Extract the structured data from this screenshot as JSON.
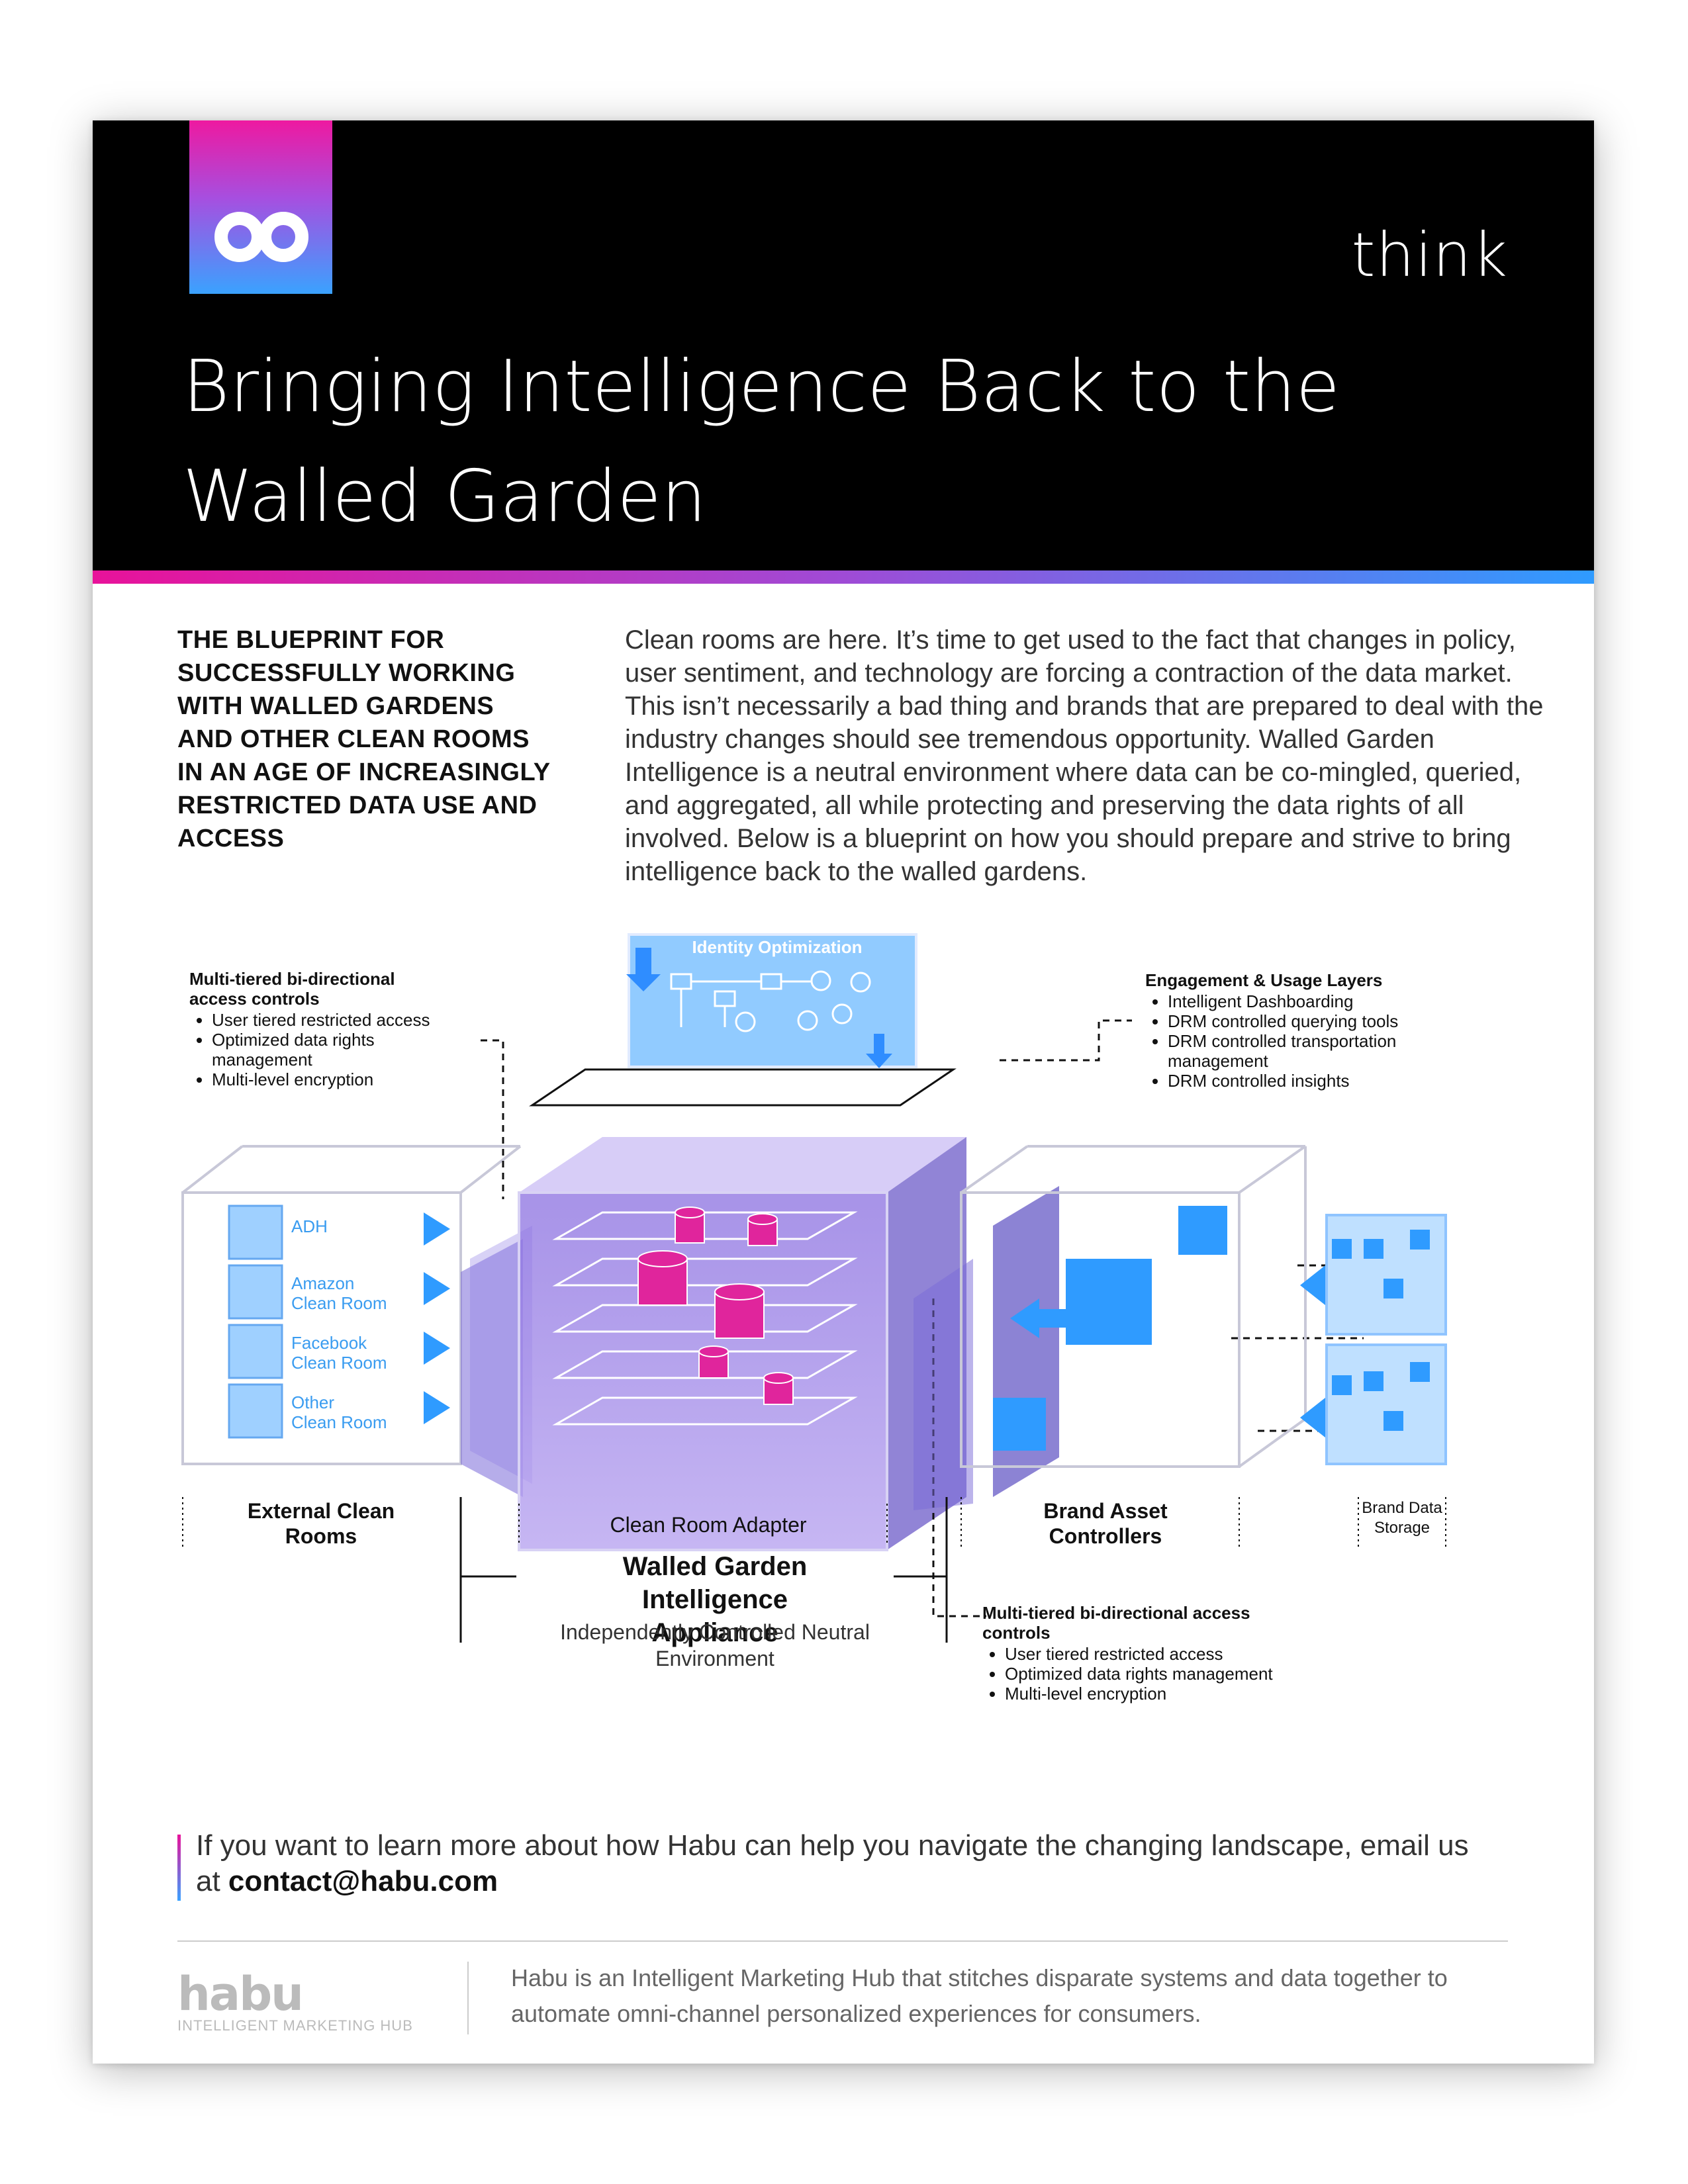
{
  "header": {
    "brand_word": "think",
    "title_line1": "Bringing Intelligence Back to the",
    "title_line2": "Walled Garden"
  },
  "colors": {
    "magenta": "#e8129a",
    "purple": "#9f4bd6",
    "blue": "#2f9bff",
    "header_bg": "#000000"
  },
  "left_heading": "THE BLUEPRINT FOR SUCCESSFULLY WORKING WITH WALLED GARDENS AND OTHER CLEAN ROOMS IN AN AGE OF INCREASINGLY RESTRICTED DATA USE AND ACCESS",
  "intro": "Clean rooms are here. It’s time to get used to the fact that changes in policy, user sentiment, and technology are forcing a contraction of the data market. This isn’t necessarily a bad thing and brands that are prepared to deal with the industry changes should see tremendous opportunity. Walled Garden Intelligence is a neutral environment where data can be co-mingled, queried, and aggregated, all while protecting and preserving the data rights of all involved. Below is a blueprint on how you should prepare and strive to bring intelligence back to the walled gardens.",
  "diagram": {
    "identity_label": "Identity Optimization",
    "callout_left": {
      "heading": "Multi-tiered bi-directional access controls",
      "items": [
        "User tiered restricted access",
        "Optimized data rights management",
        "Multi-level encryption"
      ]
    },
    "callout_right": {
      "heading": "Engagement & Usage  Layers",
      "items": [
        "Intelligent Dashboarding",
        "DRM controlled querying tools",
        "DRM controlled transportation management",
        "DRM controlled insights"
      ]
    },
    "callout_bottom": {
      "heading": "Multi-tiered bi-directional access controls",
      "items": [
        "User tiered restricted access",
        "Optimized data rights management",
        "Multi-level encryption"
      ]
    },
    "clean_rooms": [
      {
        "line1": "ADH",
        "line2": ""
      },
      {
        "line1": "Amazon",
        "line2": "Clean Room"
      },
      {
        "line1": "Facebook",
        "line2": "Clean Room"
      },
      {
        "line1": "Other",
        "line2": "Clean Room"
      }
    ],
    "label_external": "External Clean Rooms",
    "label_adapter": "Clean Room Adapter",
    "label_brand_asset": "Brand Asset Controllers",
    "label_brand_storage": "Brand Data Storage",
    "appliance_title": "Walled Garden Intelligence Appliance",
    "appliance_sub": "Independently Controlled Neutral Environment"
  },
  "cta": {
    "text": "If you want to learn more about how Habu can help you navigate the changing landscape, email us at ",
    "email": "contact@habu.com"
  },
  "footer": {
    "logo_text": "habu",
    "logo_tagline": "INTELLIGENT MARKETING HUB",
    "description": "Habu is an Intelligent Marketing Hub that stitches  disparate systems and  data together to automate omni-channel personalized experiences for consumers."
  }
}
